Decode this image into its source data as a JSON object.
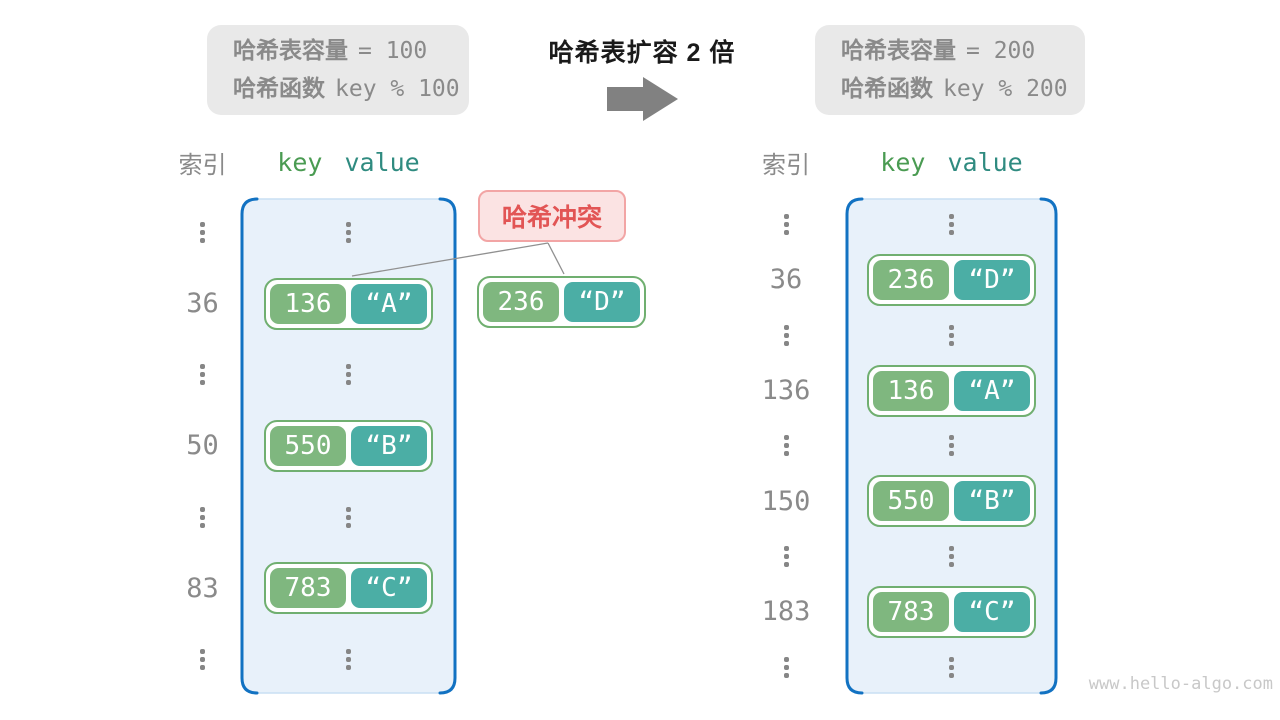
{
  "title": "哈希表扩容 2 倍",
  "info_before": {
    "cap_label": "哈希表容量",
    "cap_value": "= 100",
    "fn_label": "哈希函数",
    "fn_value": "key % 100"
  },
  "info_after": {
    "cap_label": "哈希表容量",
    "cap_value": "= 200",
    "fn_label": "哈希函数",
    "fn_value": "key % 200"
  },
  "headers": {
    "index": "索引",
    "key": "key",
    "value": "value"
  },
  "collision": {
    "label": "哈希冲突",
    "pair": {
      "key": "236",
      "value": "“D”"
    }
  },
  "tables": {
    "before": {
      "rows": [
        {
          "type": "dots"
        },
        {
          "type": "pair",
          "index": "36",
          "key": "136",
          "value": "“A”"
        },
        {
          "type": "dots"
        },
        {
          "type": "pair",
          "index": "50",
          "key": "550",
          "value": "“B”"
        },
        {
          "type": "dots"
        },
        {
          "type": "pair",
          "index": "83",
          "key": "783",
          "value": "“C”"
        },
        {
          "type": "dots"
        }
      ]
    },
    "after": {
      "rows": [
        {
          "type": "dots"
        },
        {
          "type": "pair",
          "index": "36",
          "key": "236",
          "value": "“D”"
        },
        {
          "type": "dots"
        },
        {
          "type": "pair",
          "index": "136",
          "key": "136",
          "value": "“A”"
        },
        {
          "type": "dots"
        },
        {
          "type": "pair",
          "index": "150",
          "key": "550",
          "value": "“B”"
        },
        {
          "type": "dots"
        },
        {
          "type": "pair",
          "index": "183",
          "key": "783",
          "value": "“C”"
        },
        {
          "type": "dots"
        }
      ]
    }
  },
  "watermark": "www.hello-algo.com",
  "colors": {
    "container_border": "#1272C2",
    "container_fill": "#E8F1FA",
    "container_soft_edge": "#C9DFF3",
    "pair_border": "#70AF70",
    "key_green": "#7FB77F",
    "value_teal": "#4BAEA5",
    "key_header_green": "#4A9B52",
    "value_header_teal": "#2F8B80",
    "collision_text": "#E25555",
    "collision_bg": "#FBE3E3",
    "collision_border": "#F2A5A5",
    "gray_text": "#8A8A8A",
    "info_box_bg": "#E9E9E9",
    "arrow_gray": "#818181",
    "watermark_gray": "#C8C8C8"
  }
}
